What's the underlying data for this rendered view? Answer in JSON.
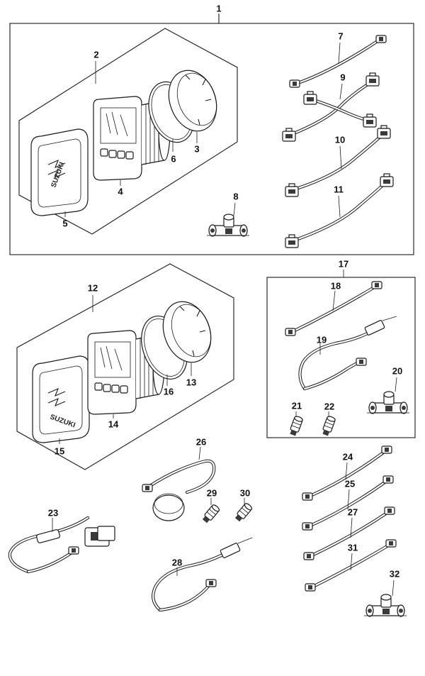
{
  "callouts": [
    {
      "id": "c1",
      "label": "1"
    },
    {
      "id": "c2",
      "label": "2"
    },
    {
      "id": "c3",
      "label": "3"
    },
    {
      "id": "c4",
      "label": "4"
    },
    {
      "id": "c5",
      "label": "5"
    },
    {
      "id": "c6",
      "label": "6"
    },
    {
      "id": "c7",
      "label": "7"
    },
    {
      "id": "c8",
      "label": "8"
    },
    {
      "id": "c9",
      "label": "9"
    },
    {
      "id": "c10",
      "label": "10"
    },
    {
      "id": "c11",
      "label": "11"
    },
    {
      "id": "c12",
      "label": "12"
    },
    {
      "id": "c13",
      "label": "13"
    },
    {
      "id": "c14",
      "label": "14"
    },
    {
      "id": "c15",
      "label": "15"
    },
    {
      "id": "c16",
      "label": "16"
    },
    {
      "id": "c17",
      "label": "17"
    },
    {
      "id": "c18",
      "label": "18"
    },
    {
      "id": "c19",
      "label": "19"
    },
    {
      "id": "c20",
      "label": "20"
    },
    {
      "id": "c21",
      "label": "21"
    },
    {
      "id": "c22",
      "label": "22"
    },
    {
      "id": "c23",
      "label": "23"
    },
    {
      "id": "c24",
      "label": "24"
    },
    {
      "id": "c25",
      "label": "25"
    },
    {
      "id": "c26",
      "label": "26"
    },
    {
      "id": "c27",
      "label": "27"
    },
    {
      "id": "c28",
      "label": "28"
    },
    {
      "id": "c29",
      "label": "29"
    },
    {
      "id": "c30",
      "label": "30"
    },
    {
      "id": "c31",
      "label": "31"
    },
    {
      "id": "c32",
      "label": "32"
    }
  ],
  "brand_logo_text": "SUZUKI"
}
